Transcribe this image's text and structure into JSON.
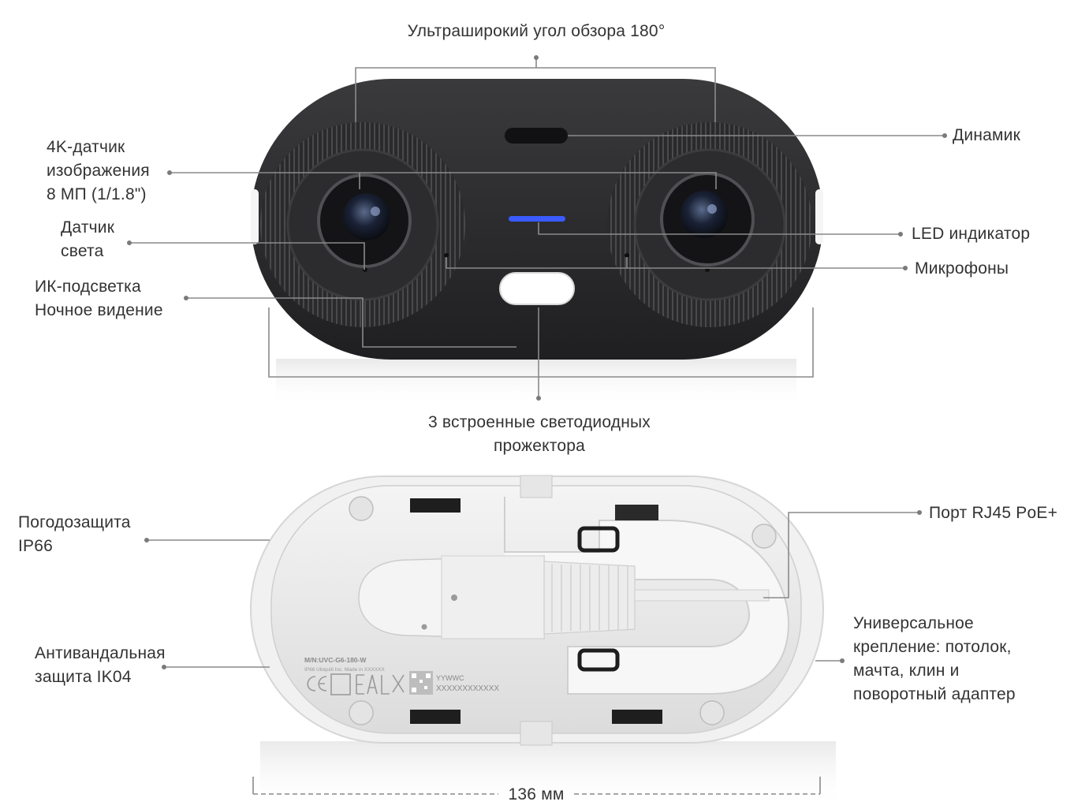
{
  "front_view": {
    "callouts": {
      "wide_angle": "Ультраширокий угол обзора 180°",
      "sensor": "4K-датчик\nизображения\n8 МП (1/1.8\")",
      "light_sensor": "Датчик\nсвета",
      "ir": "ИК-подсветка\nНочное видение",
      "speaker": "Динамик",
      "led": "LED индикатор",
      "mics": "Микрофоны",
      "floodlights": "3 встроенные светодиодных\nпрожектора"
    }
  },
  "back_view": {
    "callouts": {
      "weather": "Погодозащита\nIP66",
      "vandal": "Антивандальная\nзащита IK04",
      "port": "Порт RJ45 PoE+",
      "mount": "Универсальное\nкрепление: потолок,\nмачта, клин и\nповоротный адаптер"
    },
    "label_plate": {
      "model": "M/N:UVC-G6-180-W",
      "line2": "IP66    Ubiquiti Inc.    Made in XXXXXX",
      "date": "YYWWC",
      "serial": "XXXXXXXXXXXX"
    },
    "dimension": "136 мм"
  },
  "colors": {
    "led_blue": "#3b5bff",
    "housing_dark": "#2e2e30",
    "housing_light": "#e9e9e9",
    "leader_line": "#8a8a8a"
  }
}
